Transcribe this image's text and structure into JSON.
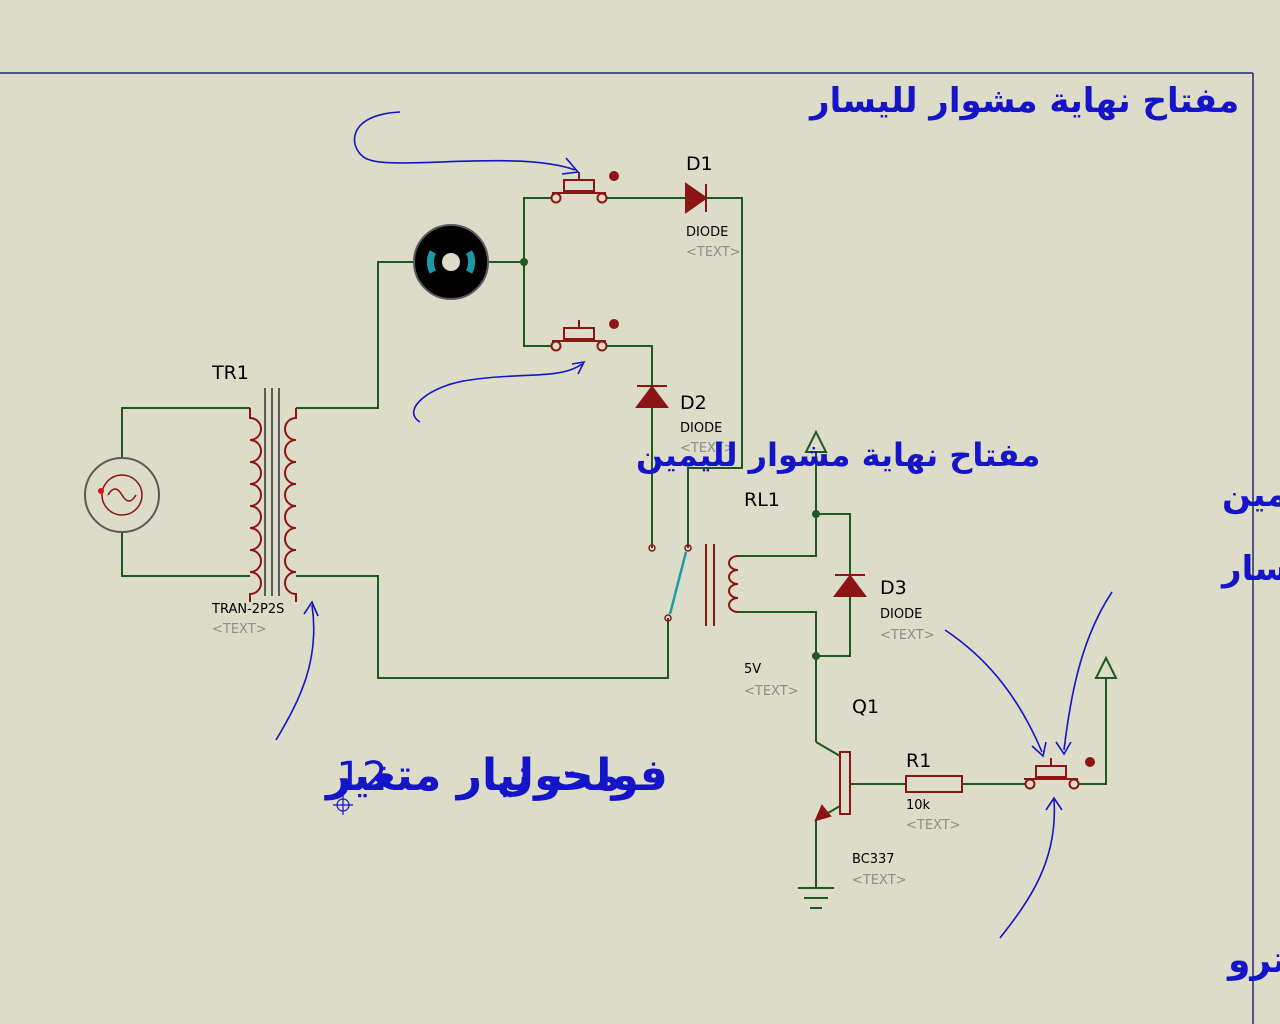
{
  "colors": {
    "background": "#dcdcc8",
    "wire": "#1e5a1e",
    "component": "#8b1414",
    "annotation": "#1414c8",
    "switch_arm": "#1a9aa6"
  },
  "components": {
    "source": {
      "icon": "ac-sine-icon"
    },
    "transformer": {
      "ref": "TR1",
      "model": "TRAN-2P2S",
      "text": "<TEXT>"
    },
    "motor": {
      "icon": "dc-motor-icon"
    },
    "limit_switch_left": {
      "icon": "push-button-icon"
    },
    "limit_switch_right": {
      "icon": "push-button-icon"
    },
    "d1": {
      "ref": "D1",
      "model": "DIODE",
      "text": "<TEXT>"
    },
    "d2": {
      "ref": "D2",
      "model": "DIODE",
      "text": "<TEXT>"
    },
    "d3": {
      "ref": "D3",
      "model": "DIODE",
      "text": "<TEXT>"
    },
    "relay": {
      "ref": "RL1",
      "model": "5V",
      "text": "<TEXT>"
    },
    "transistor": {
      "ref": "Q1",
      "model": "BC337",
      "text": "<TEXT>"
    },
    "resistor": {
      "ref": "R1",
      "value": "10k",
      "text": "<TEXT>"
    },
    "control_switch": {
      "icon": "push-button-icon"
    }
  },
  "annotations": {
    "left_limit": "مفتاح نهاية مشوار لليسار",
    "right_limit": "مفتاح نهاية مشوار لليمين",
    "logic_one": "واحد منطقي = لليمين",
    "logic_zero": "صفر منطقي = لليسار",
    "transformer_a": "محول",
    "transformer_num": "12",
    "transformer_b": "فولت تيار متغير",
    "control_signal": "اشارة التحكم من الميكرو كنترو"
  }
}
